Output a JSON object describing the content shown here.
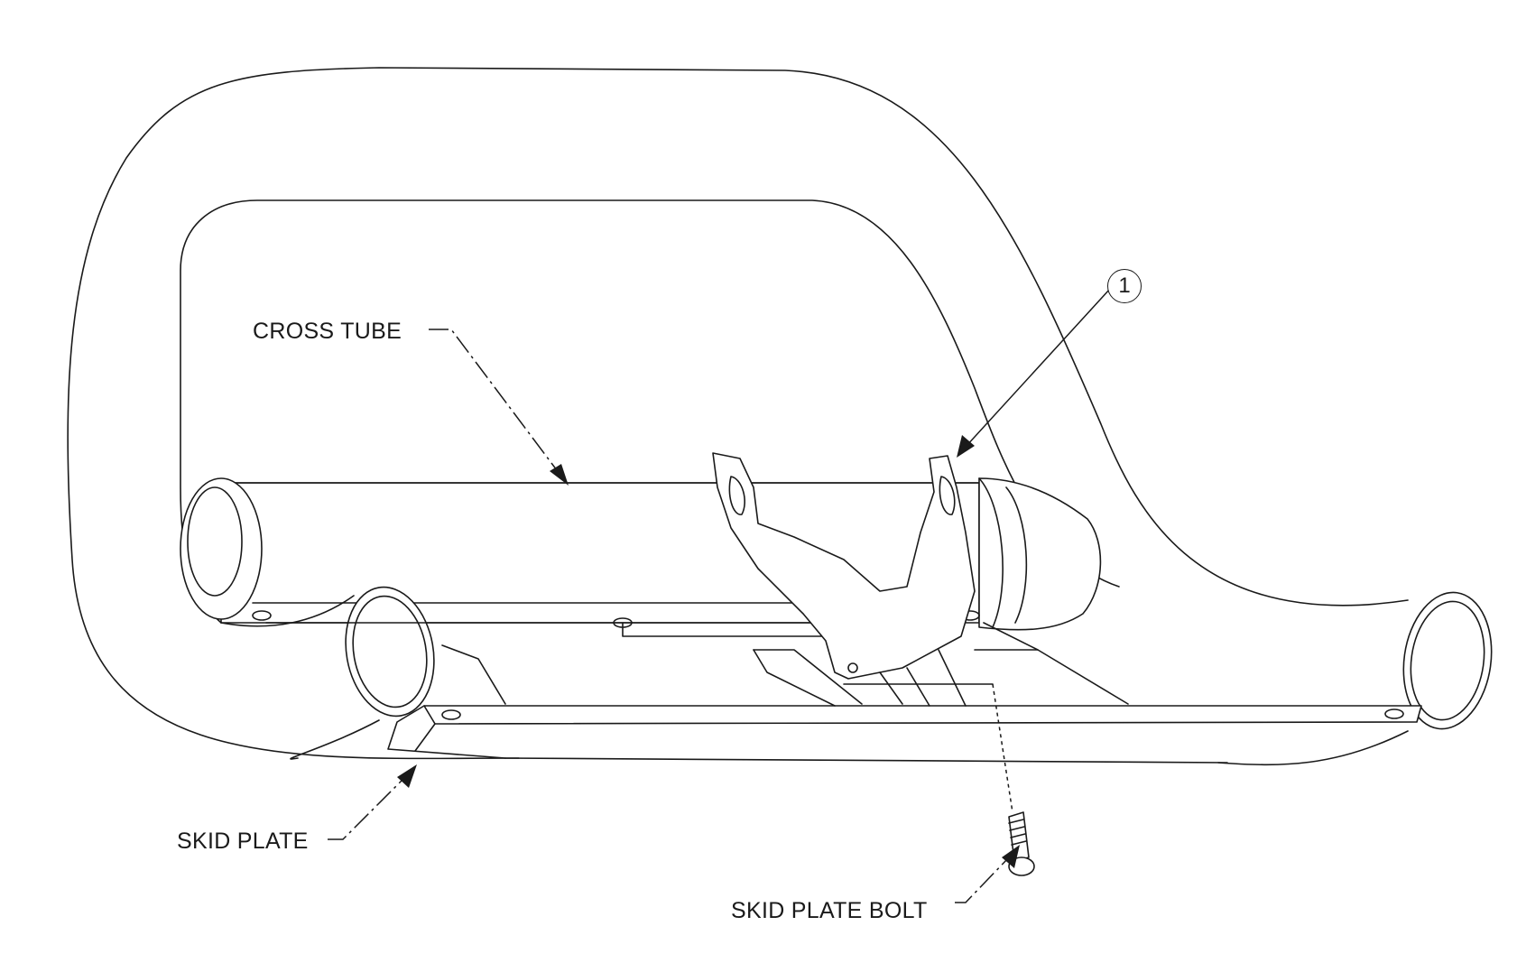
{
  "labels": {
    "cross_tube": "CROSS TUBE",
    "skid_plate": "SKID PLATE",
    "skid_plate_bolt": "SKID PLATE BOLT",
    "callout_number": "1"
  },
  "colors": {
    "line": "#1a1a1a",
    "background": "#ffffff"
  }
}
